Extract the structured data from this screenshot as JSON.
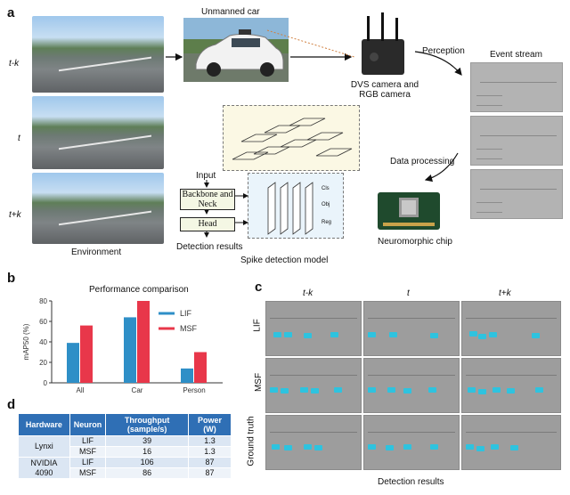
{
  "panel_labels": {
    "a": "a",
    "b": "b",
    "c": "c",
    "d": "d"
  },
  "panel_a": {
    "frame_labels": [
      "t-k",
      "t",
      "t+k"
    ],
    "environment_label": "Environment",
    "car_label": "Unmanned car",
    "camera_label": "DVS camera and RGB camera",
    "perception_label": "Perception",
    "event_stream_label": "Event stream",
    "data_processing_label": "Data processing",
    "chip_label": "Neuromorphic chip",
    "input_label": "Input",
    "backbone_label": "Backbone and Neck",
    "head_label": "Head",
    "detection_label": "Detection results",
    "model_label": "Spike detection model",
    "head_outputs": [
      "Cls",
      "Obj",
      "Reg"
    ]
  },
  "chart_data": {
    "type": "bar",
    "title": "Performance comparison",
    "ylabel": "mAP50 (%)",
    "xlabel": "",
    "categories": [
      "All",
      "Car",
      "Person"
    ],
    "series": [
      {
        "name": "LIF",
        "values": [
          39,
          64,
          14
        ],
        "color": "#2e8fc7"
      },
      {
        "name": "MSF",
        "values": [
          56,
          80,
          30
        ],
        "color": "#e8374a"
      }
    ],
    "ylim": [
      0,
      80
    ],
    "yticks": [
      0,
      20,
      40,
      60,
      80
    ],
    "legend": "top-right"
  },
  "panel_c": {
    "col_labels": [
      "t-k",
      "t",
      "t+k"
    ],
    "row_labels": [
      "LIF",
      "MSF",
      "Ground truth"
    ],
    "bottom_label": "Detection results"
  },
  "table": {
    "headers": [
      "Hardware",
      "Neuron",
      "Throughput (sample/s)",
      "Power (W)"
    ],
    "rows": [
      {
        "hardware": "Lynxi",
        "neuron": "LIF",
        "throughput": "39",
        "power": "1.3"
      },
      {
        "hardware": "",
        "neuron": "MSF",
        "throughput": "16",
        "power": "1.3"
      },
      {
        "hardware": "NVIDIA 4090",
        "neuron": "LIF",
        "throughput": "106",
        "power": "87"
      },
      {
        "hardware": "",
        "neuron": "MSF",
        "throughput": "86",
        "power": "87"
      }
    ]
  }
}
